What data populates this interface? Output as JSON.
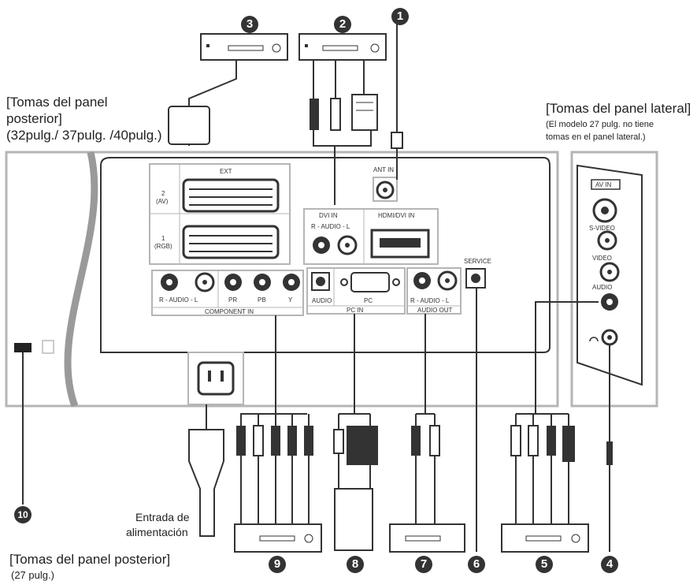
{
  "rear_panel_heading": {
    "line1": "[Tomas del panel",
    "line2": "posterior]",
    "line3": "(32pulg./ 37pulg. /40pulg.)"
  },
  "side_panel_heading": {
    "line1": "[Tomas del panel lateral]",
    "line2": "(El modelo 27 pulg. no tiene",
    "line3": "tomas en el panel lateral.)"
  },
  "rear_panel_27": {
    "line1": "[Tomas del panel posterior]",
    "line2": "(27 pulg.)"
  },
  "power_input": {
    "line1": "Entrada de",
    "line2": "alimentación"
  },
  "panel_labels": {
    "ext": "EXT",
    "ext_2": "2",
    "ext_2_sub": "(AV)",
    "ext_1": "1",
    "ext_1_sub": "(RGB)",
    "ant_in": "ANT IN",
    "dvi_in": "DVI IN",
    "dvi_audio": "R - AUDIO - L",
    "hdmi_dvi_in": "HDMI/DVI IN",
    "component_audio": "R - AUDIO - L",
    "pr": "PR",
    "pb": "PB",
    "y": "Y",
    "component_in": "COMPONENT IN",
    "pc_audio": "AUDIO",
    "pc": "PC",
    "pc_in": "PC IN",
    "audio_out_lr": "R - AUDIO - L",
    "audio_out": "AUDIO OUT",
    "service": "SERVICE",
    "av_in": "AV IN",
    "s_video": "S-VIDEO",
    "video": "VIDEO",
    "side_audio": "AUDIO"
  },
  "callouts": [
    "1",
    "2",
    "3",
    "4",
    "5",
    "6",
    "7",
    "8",
    "9",
    "10"
  ],
  "colors": {
    "panel_outline": "#b5b5b5",
    "line": "#333333",
    "cable_gray": "#9a9a9a"
  }
}
